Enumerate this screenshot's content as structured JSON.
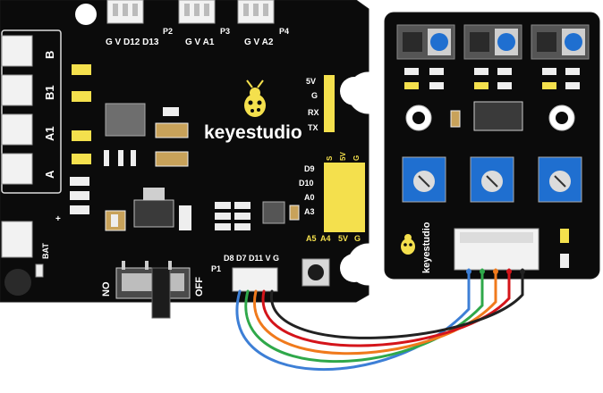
{
  "shield": {
    "brand": "keyestudio",
    "headers_top": [
      {
        "label": "G V D12 D13",
        "tag": "P2"
      },
      {
        "label": "G V A1",
        "tag": "P3"
      },
      {
        "label": "G V A2",
        "tag": "P4"
      }
    ],
    "left_ports": [
      "B",
      "B1",
      "A1",
      "A"
    ],
    "bat_label": "BAT",
    "bat_plus": "+",
    "serial_pins": [
      "5V",
      "G",
      "RX",
      "TX"
    ],
    "io_header_cols": [
      "S",
      "5V",
      "G"
    ],
    "io_header_rows": [
      "D9",
      "D10",
      "A0",
      "A3"
    ],
    "io_bottom": [
      "A5",
      "A4",
      "5V",
      "G"
    ],
    "switch_on": "NO",
    "switch_off": "OFF",
    "bottom_header_label": "D8 D7 D11 V G",
    "bottom_header_tag": "P1"
  },
  "sensor": {
    "brand": "keyestudio"
  },
  "wires": [
    {
      "color": "#3d7fd6",
      "name": "blue"
    },
    {
      "color": "#2fa84a",
      "name": "green"
    },
    {
      "color": "#f07a1c",
      "name": "orange"
    },
    {
      "color": "#d4141a",
      "name": "red"
    },
    {
      "color": "#222222",
      "name": "black"
    }
  ],
  "colors": {
    "board": "#0b0b0b",
    "silk": "#ffffff",
    "yellow_header": "#f4e04d",
    "connector": "#f2f2f2",
    "pot_blue": "#1f6fd0"
  }
}
